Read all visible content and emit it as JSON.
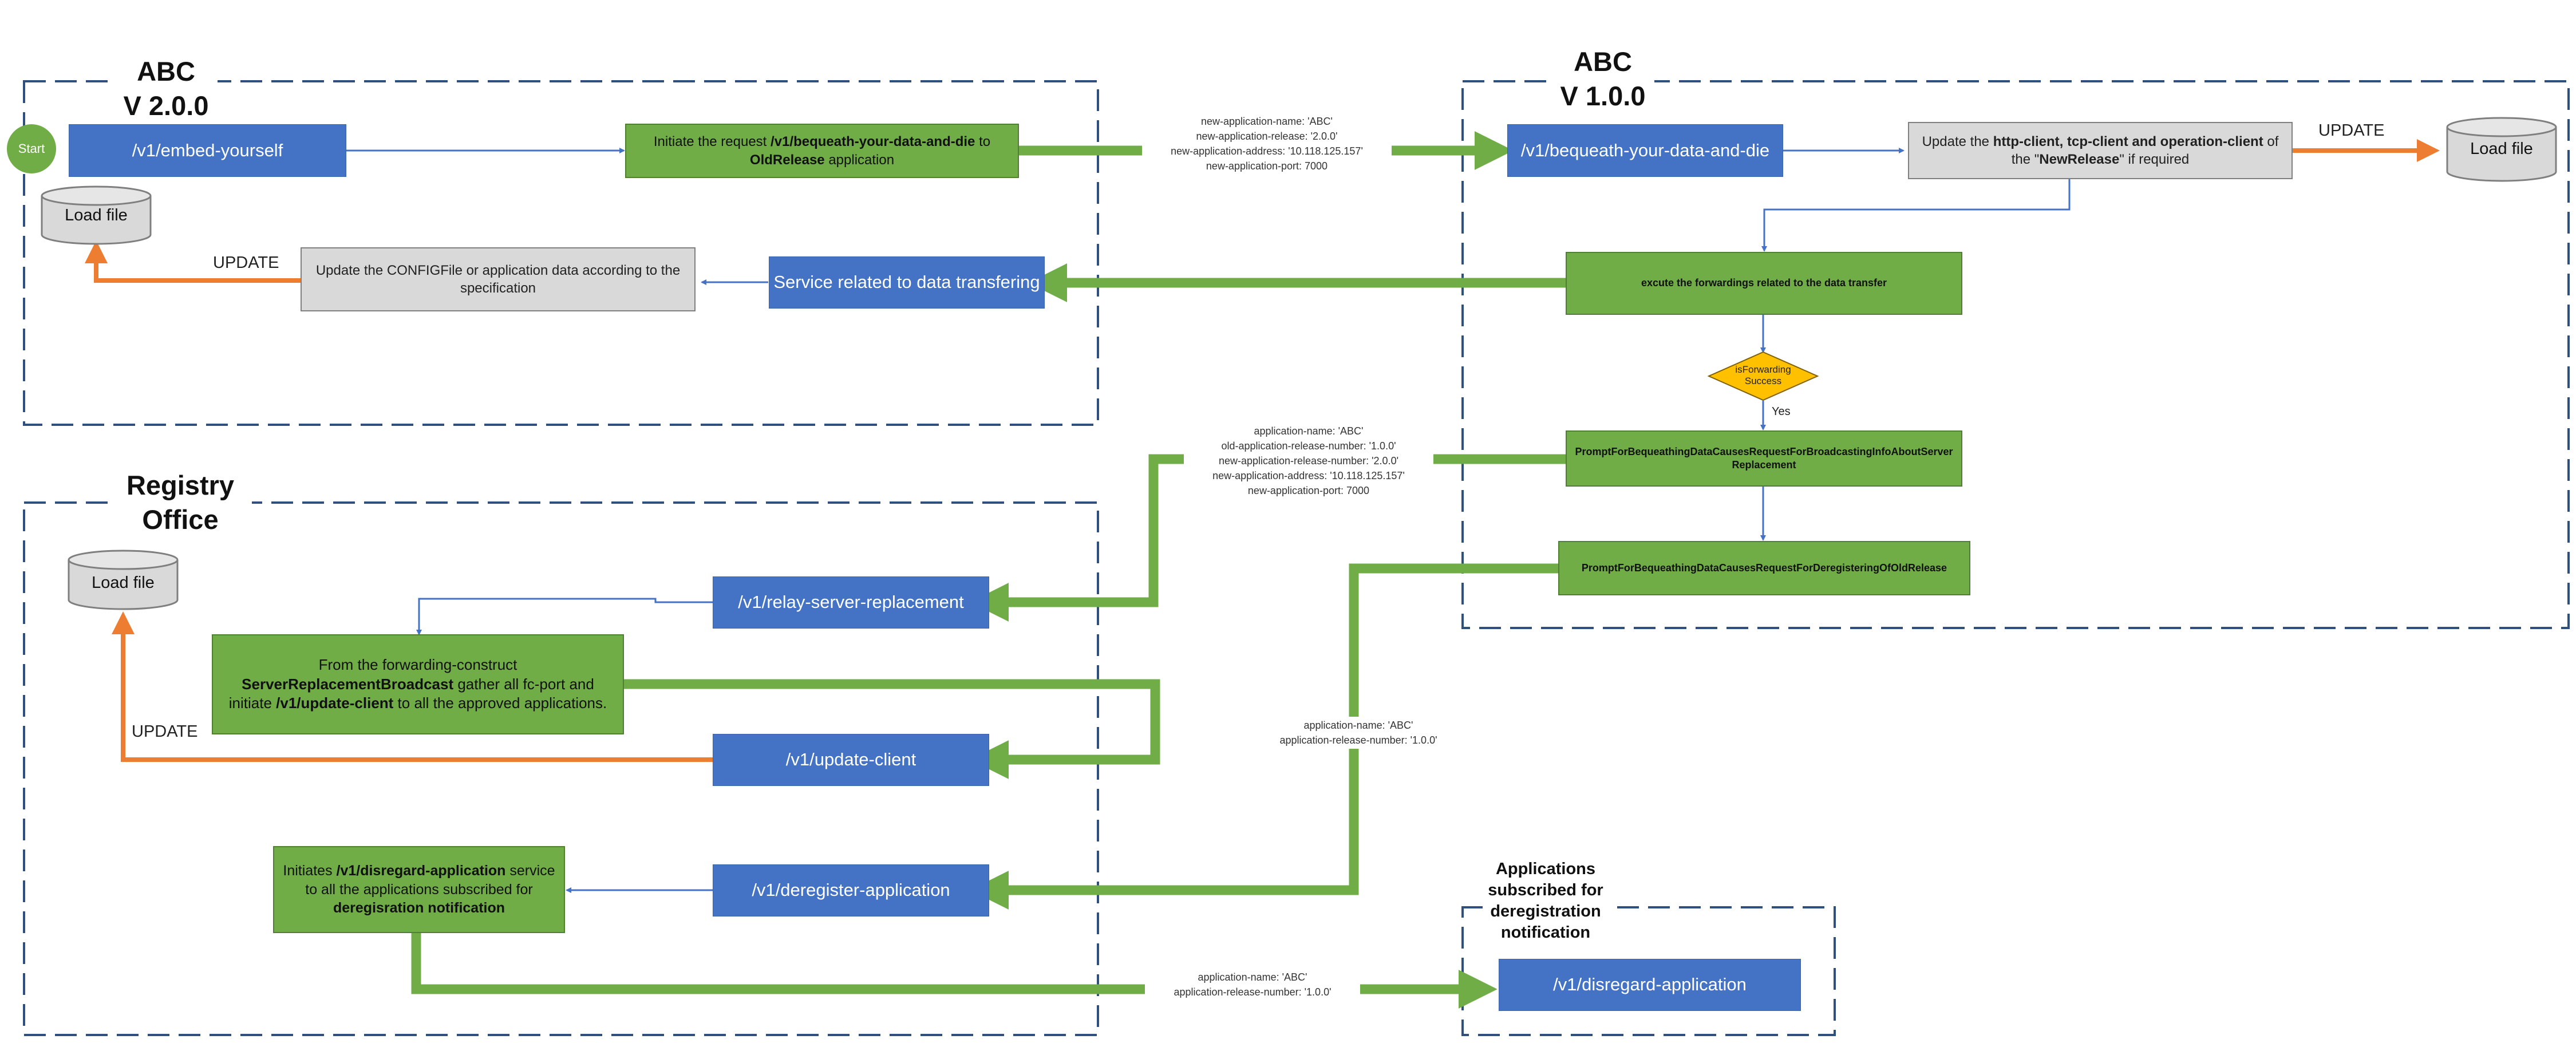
{
  "sections": {
    "abc_v2": {
      "line1": "ABC",
      "line2": "V 2.0.0"
    },
    "abc_v1": {
      "line1": "ABC",
      "line2": "V 1.0.0"
    },
    "registry": {
      "line1": "Registry",
      "line2": "Office"
    },
    "subscribers": {
      "line1": "Applications",
      "line2": "subscribed for",
      "line3": "deregistration",
      "line4": "notification"
    }
  },
  "start": "Start",
  "boxes": {
    "embed": "/v1/embed-yourself",
    "initiate_request": {
      "t1": "Initiate the request ",
      "b1": "/v1/bequeath-your-data-and-die",
      "t2": " to ",
      "b2": "OldRelease",
      "t3": " application"
    },
    "bequeath": "/v1/bequeath-your-data-and-die",
    "update_http": {
      "t1": "Update the ",
      "b1": "http-client, tcp-client and operation-client",
      "t2": " of the \"",
      "b2": "NewRelease",
      "t3": "\" if required"
    },
    "update_config": "Update the CONFIGFile or application data according to the specification",
    "service_transfer": "Service related to data transfering",
    "excute_forwardings": "excute the forwardings related to the data transfer",
    "prompt_broadcast": "PromptForBequeathingDataCausesRequestForBroadcastingInfoAboutServer Replacement",
    "prompt_deregister": "PromptForBequeathingDataCausesRequestForDeregisteringOfOldRelease",
    "relay": "/v1/relay-server-replacement",
    "from_forwarding": {
      "t1": "From the forwarding-construct ",
      "b1": "ServerReplacementBroadcast",
      "t2": " gather all fc-port and initiate ",
      "b2": "/v1/update-client",
      "t3": " to all the approved applications."
    },
    "update_client": "/v1/update-client",
    "deregister": "/v1/deregister-application",
    "initiates_disregard": {
      "t1": "Initiates ",
      "b1": "/v1/disregard-application",
      "t2": " service to all the applications subscribed for ",
      "b2": "deregisration notification"
    },
    "disregard": "/v1/disregard-application"
  },
  "decision": {
    "line1": "isForwarding",
    "line2": "Success",
    "yes": "Yes"
  },
  "storage": {
    "load_file": "Load file"
  },
  "update_label": "UPDATE",
  "notes": {
    "new_app": [
      "new-application-name: 'ABC'",
      "new-application-release: '2.0.0'",
      "new-application-address: '10.118.125.157'",
      "new-application-port: 7000"
    ],
    "broadcast": [
      "application-name: 'ABC'",
      "old-application-release-number: '1.0.0'",
      "new-application-release-number: '2.0.0'",
      "new-application-address: '10.118.125.157'",
      "new-application-port: 7000"
    ],
    "deregister": [
      "application-name: 'ABC'",
      "application-release-number: '1.0.0'"
    ],
    "disregard": [
      "application-name: 'ABC'",
      "application-release-number: '1.0.0'"
    ]
  },
  "colors": {
    "blue": "#4472c4",
    "green": "#70ad47",
    "orange": "#ed7d31",
    "gray": "#d9d9d9",
    "diamond": "#ffc000",
    "dashed": "#2f4f7f"
  }
}
